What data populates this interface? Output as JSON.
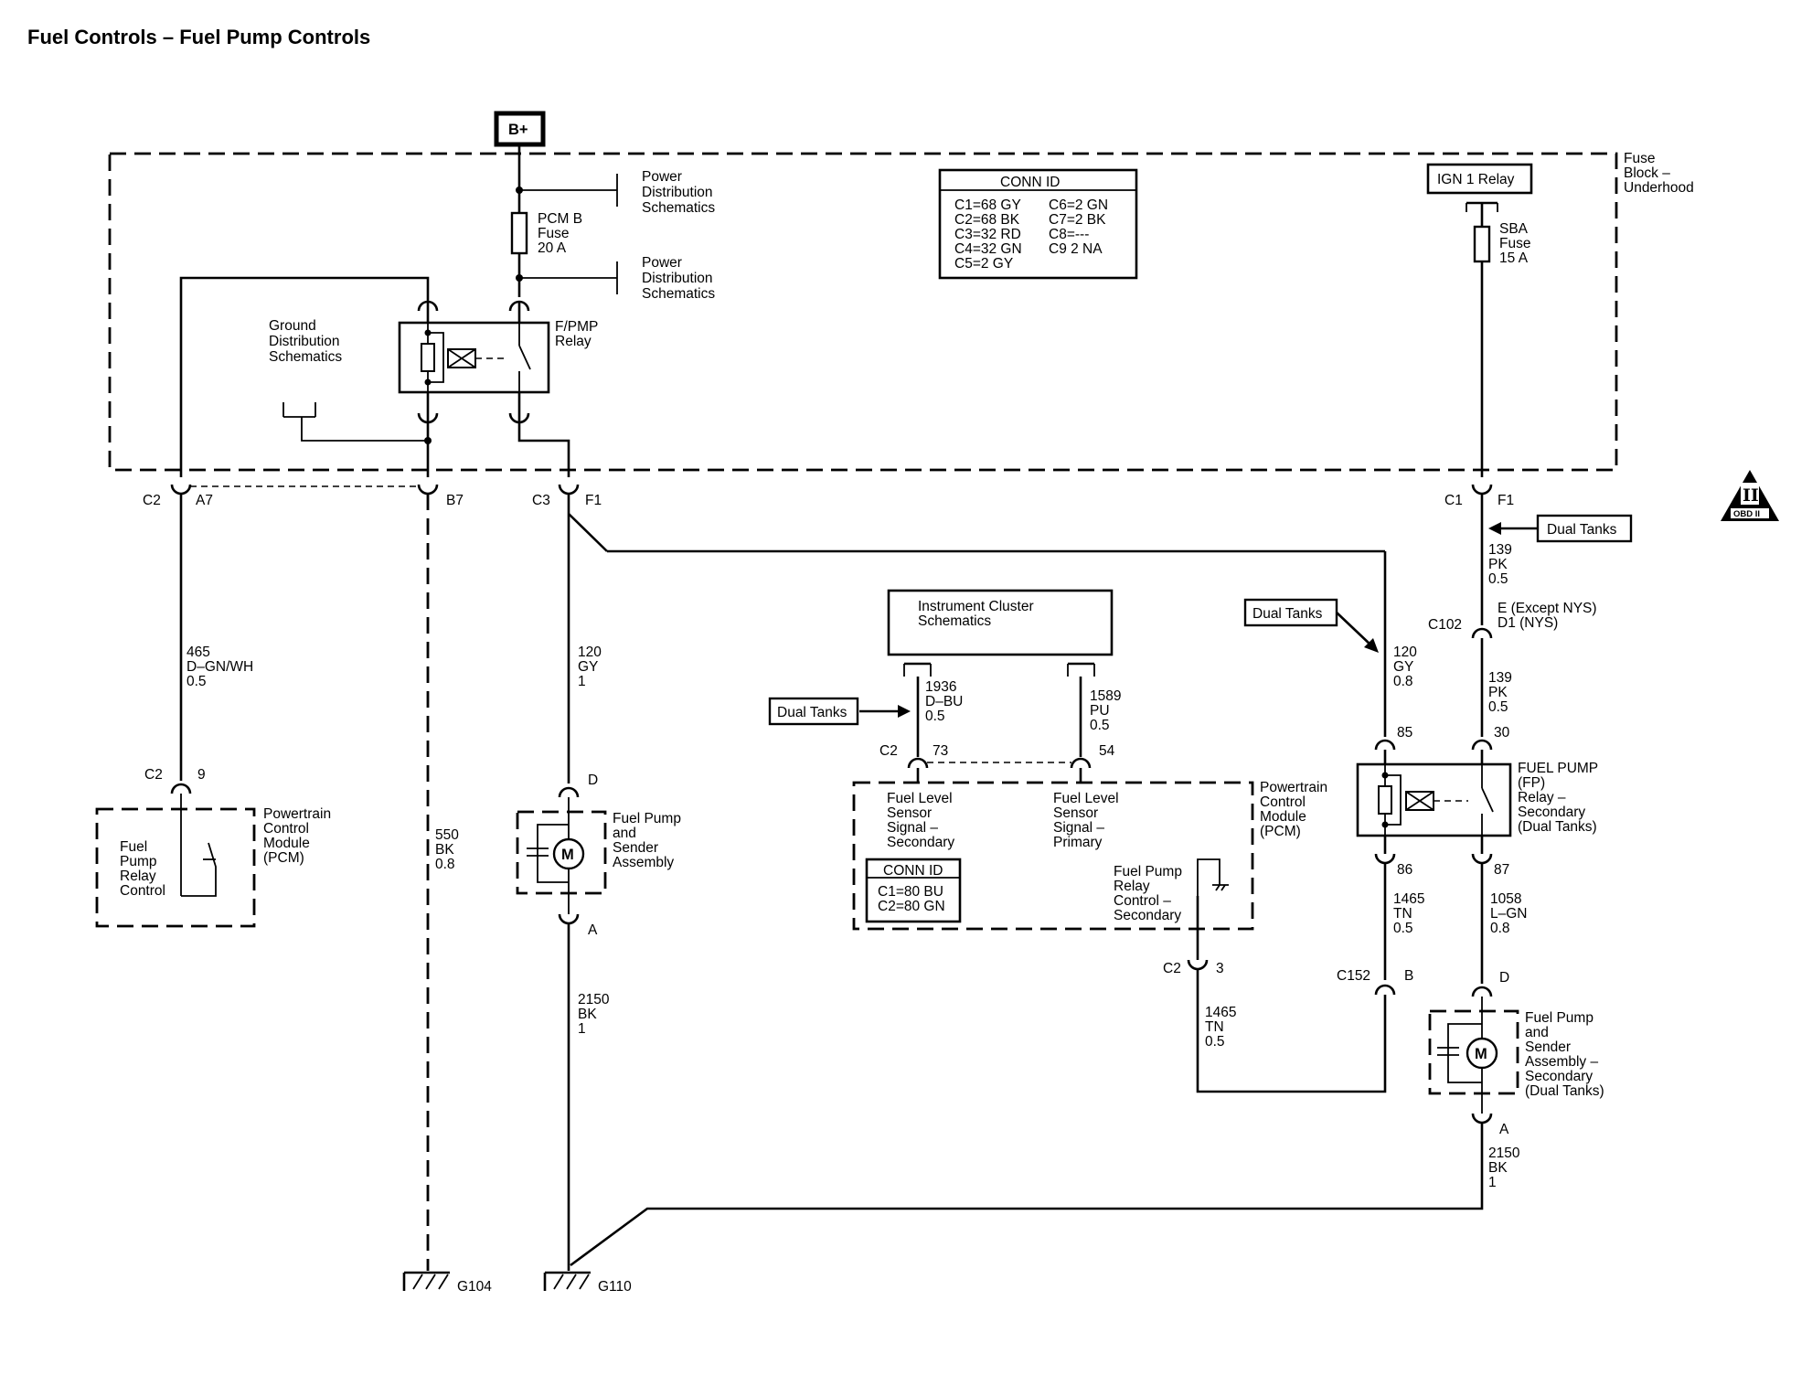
{
  "title": "Fuel Controls – Fuel Pump Controls",
  "power": {
    "batt": "B+"
  },
  "fuse_block": {
    "label": [
      "Fuse",
      "Block –",
      "Underhood"
    ],
    "pcm_fuse": [
      "PCM B",
      "Fuse",
      "20 A"
    ],
    "power_dist_1": [
      "Power",
      "Distribution",
      "Schematics"
    ],
    "power_dist_2": [
      "Power",
      "Distribution",
      "Schematics"
    ],
    "ground_dist": [
      "Ground",
      "Distribution",
      "Schematics"
    ],
    "fpmp_relay": [
      "F/PMP",
      "Relay"
    ],
    "ign_relay": "IGN 1 Relay",
    "sba_fuse": [
      "SBA",
      "Fuse",
      "15 A"
    ],
    "conn_id": {
      "title": "CONN ID",
      "left": [
        "C1=68 GY",
        "C2=68 BK",
        "C3=32 RD",
        "C4=32 GN",
        "C5=2 GY"
      ],
      "right": [
        "C6=2 GN",
        "C7=2 BK",
        "C8=---",
        "C9 2 NA"
      ]
    }
  },
  "connectors": {
    "c2_a7": [
      "C2",
      "A7"
    ],
    "b7": "B7",
    "c3_f1": [
      "C3",
      "F1"
    ],
    "c1_f1": [
      "C1",
      "F1"
    ],
    "c2_9": [
      "C2",
      "9"
    ],
    "d_top": "D",
    "a_bottom": "A",
    "c2_73": [
      "C2",
      "73"
    ],
    "pin54": "54",
    "c2_3": [
      "C2",
      "3"
    ],
    "c102": [
      "C102",
      "E (Except NYS)",
      "D1 (NYS)"
    ],
    "pin85": "85",
    "pin30": "30",
    "pin86": "86",
    "pin87": "87",
    "c152_b": [
      "C152",
      "B"
    ],
    "d_sec": "D",
    "a_sec": "A"
  },
  "wires": {
    "w465": [
      "465",
      "D–GN/WH",
      "0.5"
    ],
    "w550": [
      "550",
      "BK",
      "0.8"
    ],
    "w120a": [
      "120",
      "GY",
      "1"
    ],
    "w2150a": [
      "2150",
      "BK",
      "1"
    ],
    "w1936": [
      "1936",
      "D–BU",
      "0.5"
    ],
    "w1589": [
      "1589",
      "PU",
      "0.5"
    ],
    "w1465a": [
      "1465",
      "TN",
      "0.5"
    ],
    "w120b": [
      "120",
      "GY",
      "0.8"
    ],
    "w139a": [
      "139",
      "PK",
      "0.5"
    ],
    "w139b": [
      "139",
      "PK",
      "0.5"
    ],
    "w1465b": [
      "1465",
      "TN",
      "0.5"
    ],
    "w1058": [
      "1058",
      "L–GN",
      "0.8"
    ],
    "w2150b": [
      "2150",
      "BK",
      "1"
    ]
  },
  "components": {
    "pcm_left": [
      "Powertrain",
      "Control",
      "Module",
      "(PCM)"
    ],
    "fuel_pump_relay_ctrl": [
      "Fuel",
      "Pump",
      "Relay",
      "Control"
    ],
    "fuel_pump_1": [
      "Fuel Pump",
      "and",
      "Sender",
      "Assembly"
    ],
    "instrument_cluster": [
      "Instrument Cluster",
      "Schematics"
    ],
    "pcm_mid": [
      "Powertrain",
      "Control",
      "Module",
      "(PCM)"
    ],
    "fls_secondary": [
      "Fuel Level",
      "Sensor",
      "Signal –",
      "Secondary"
    ],
    "fls_primary": [
      "Fuel Level",
      "Sensor",
      "Signal –",
      "Primary"
    ],
    "fprc_secondary": [
      "Fuel Pump",
      "Relay",
      "Control –",
      "Secondary"
    ],
    "pcm_conn_id": {
      "title": "CONN ID",
      "rows": [
        "C1=80 BU",
        "C2=80 GN"
      ]
    },
    "fp_relay_sec": [
      "FUEL PUMP",
      "(FP)",
      "Relay –",
      "Secondary",
      "(Dual Tanks)"
    ],
    "fuel_pump_2": [
      "Fuel Pump",
      "and",
      "Sender",
      "Assembly –",
      "Secondary",
      "(Dual Tanks)"
    ],
    "motor": "M"
  },
  "grounds": {
    "g104": "G104",
    "g110": "G110"
  },
  "dual_tanks": {
    "a": "Dual Tanks",
    "b": "Dual Tanks",
    "c": "Dual Tanks"
  },
  "obd": {
    "roman": "II",
    "label": "OBD II"
  }
}
